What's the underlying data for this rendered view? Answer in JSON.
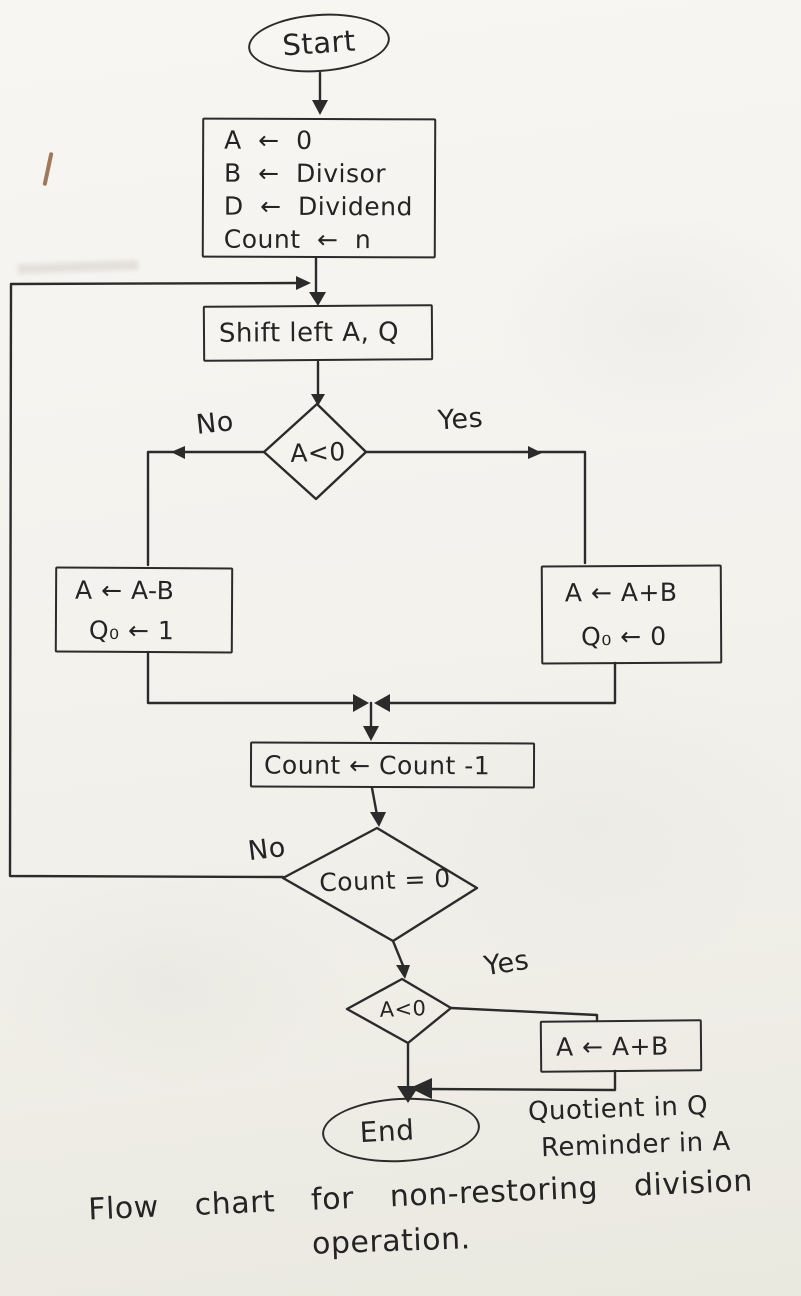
{
  "colors": {
    "ink": "#2b2b2b",
    "paper": "#f3f1ec"
  },
  "nodes": {
    "start": {
      "label": "Start"
    },
    "init": {
      "lines": [
        "A ← 0",
        "B ← Divisor",
        "D ← Dividend",
        "Count ← n"
      ]
    },
    "shift": {
      "label": "Shift left A, Q"
    },
    "decision1": {
      "label": "A<0",
      "no": "No",
      "yes": "Yes"
    },
    "subtract": {
      "lines": [
        "A ← A-B",
        "Q₀ ← 1"
      ]
    },
    "add": {
      "lines": [
        "A ← A+B",
        "Q₀ ← 0"
      ]
    },
    "decrement": {
      "label": "Count ← Count -1"
    },
    "decision2": {
      "label": "Count = 0",
      "no": "No"
    },
    "decision3": {
      "label": "A<0",
      "yes": "Yes"
    },
    "restore": {
      "label": "A ← A+B"
    },
    "end": {
      "label": "End"
    }
  },
  "annotations": {
    "result1": "Quotient in Q",
    "result2": "Reminder in A",
    "caption1": "Flow chart for non-restoring division",
    "caption2": "operation."
  }
}
